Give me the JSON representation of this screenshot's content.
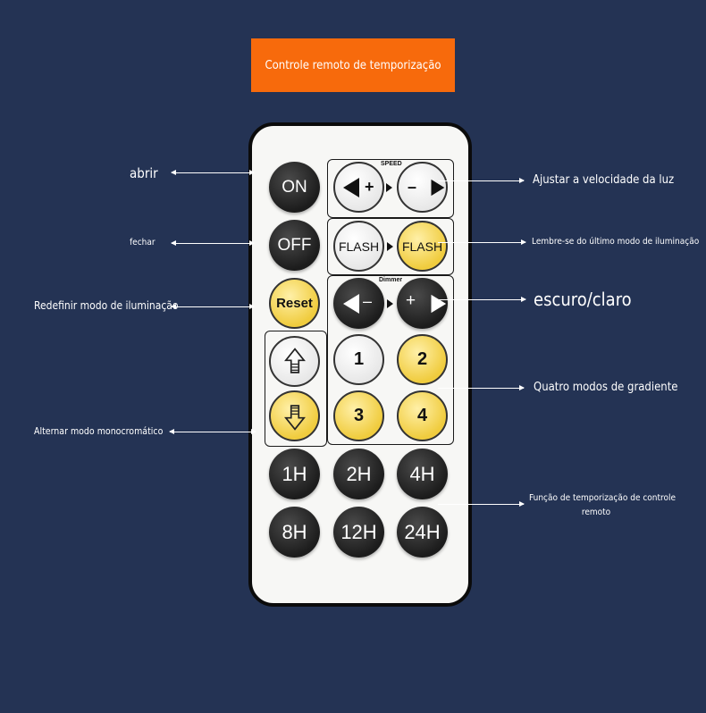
{
  "banner": {
    "title": "Controle remoto de temporização"
  },
  "remote": {
    "speed_label": "SPEED",
    "dimmer_label": "Dimmer",
    "on": "ON",
    "off": "OFF",
    "reset": "Reset",
    "flash_left": "FLASH",
    "flash_right": "FLASH",
    "plus": "+",
    "minus": "–",
    "mode_1": "1",
    "mode_2": "2",
    "mode_3": "3",
    "mode_4": "4",
    "timer_1h": "1H",
    "timer_2h": "2H",
    "timer_4h": "4H",
    "timer_8h": "8H",
    "timer_12h": "12H",
    "timer_24h": "24H"
  },
  "annotations": {
    "open": "abrir",
    "close": "fechar",
    "reset_mode": "Redefinir modo de iluminação",
    "mono_mode": "Alternar modo monocromático",
    "speed": "Ajustar a velocidade da luz",
    "memory": "Lembre-se do último modo de iluminação",
    "dim": "escuro/claro",
    "gradient": "Quatro modos de gradiente",
    "timer_line1": "Função de temporização de controle",
    "timer_line2": "remoto"
  },
  "colors": {
    "background": "#243354",
    "banner": "#f76a0c",
    "yellow_button": "#f0cc3e",
    "dark_button": "#1c1c1c"
  }
}
